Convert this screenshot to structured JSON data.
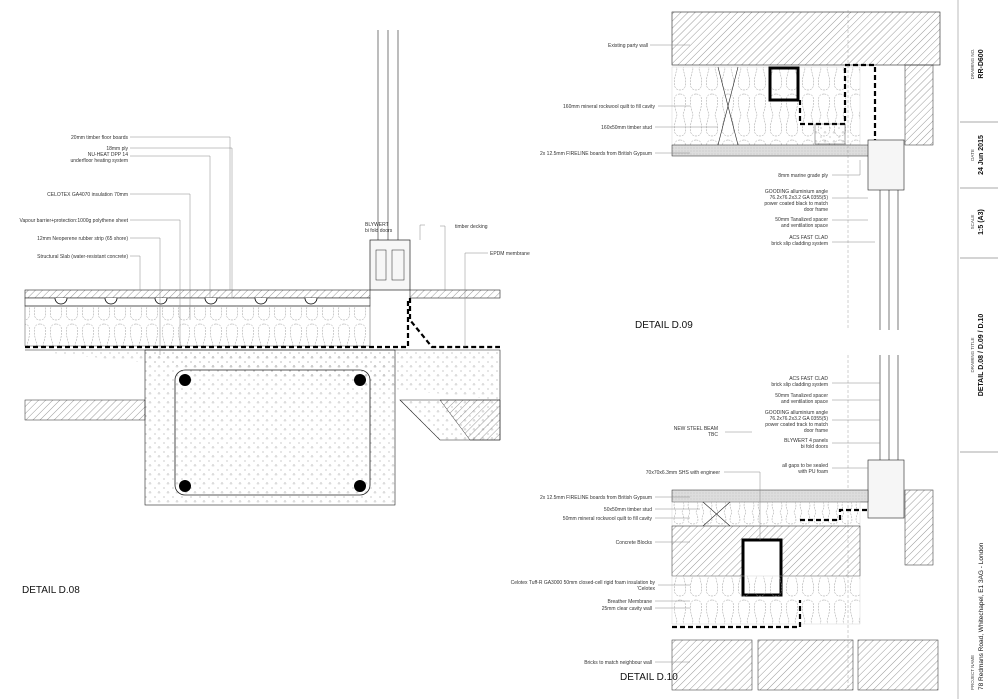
{
  "d08": {
    "title": "DETAIL D.08",
    "labels": {
      "floor_boards": "20mm timber floor boards",
      "ply": "18mm ply",
      "nuheat1": "NU-HEAT DPP 14",
      "nuheat2": "underfloor heating system",
      "celotex": "CELOTEX GA4070 insulation 70mm",
      "vapour": "Vapour barrier+protection:1000g polythene sheet",
      "neoprene": "12mm Neoperene rubber strip (65 shore)",
      "slab": "Structural Slab (water-resistant concrete)",
      "blywert1": "BLYWERT",
      "blywert2": "bi fold doors",
      "decking": "timber decking",
      "epdm": "EPDM membrane"
    }
  },
  "d09": {
    "title": "DETAIL D.09",
    "labels": {
      "party_wall": "Existing party wall",
      "rockwool": "160mm mineral rockwool quilt to fill cavity",
      "stud": "160x50mm timber stud",
      "fireline": "2x 12.5mm FIRELINE boards from British Gypsum",
      "marine_ply": "8mm marine grade ply",
      "gooding1": "GOODING alluminium angle",
      "gooding2": "76.2x76.2x3.2 GA 0355(5)",
      "gooding3": "power coated black to match",
      "gooding4": "door frame",
      "spacer1": "50mm Tanalized spacer",
      "spacer2": "and ventilation space",
      "acs1": "ACS FAST CLAD",
      "acs2": "brick slip cladding system"
    }
  },
  "d10": {
    "title": "DETAIL D.10",
    "labels": {
      "acs1": "ACS FAST CLAD",
      "acs2": "brick slip cladding system",
      "spacer1": "50mm Tanalized spacer",
      "spacer2": "and ventilation space",
      "gooding1": "GOODING alluminium angle",
      "gooding2": "76.2x76.2x3.2 GA 0355(5)",
      "gooding3": "power coated track to match",
      "gooding4": "door frame",
      "blywert1": "BLYWERT 4 panels",
      "blywert2": "bi fold doors",
      "gaps1": "all gaps to be sealed",
      "gaps2": "with PU foam",
      "beam1": "NEW STEEL BEAM",
      "beam2": "TBC",
      "shs": "70x70x6.3mm SHS with engineer",
      "fireline": "2x 12.5mm FIRELINE boards from British Gypsum",
      "stud": "50x50mm timber stud",
      "rockwool": "50mm mineral rockwool quilt to fill cavity",
      "blocks": "Concrete Blocks",
      "celotex1": "Celotex Tuff-R GA3000 50mm closed-cell rigid foam insulation by",
      "celotex2": "'Celotex",
      "breather": "Breather Membrane",
      "cavity": "25mm clear cavity wall",
      "bricks": "Bricks to match neighbour wall"
    }
  },
  "title_block": {
    "drawing_no_label": "DRAWING NO.",
    "drawing_no": "RR-D600",
    "date_label": "DATE",
    "date": "24 Jun 2015",
    "scale_label": "SCALE",
    "scale": "1:5 (A3)",
    "drawing_title_label": "DRAWING TITLE",
    "drawing_title": "DETAIL  D.08 / D.09 / D.10",
    "project_label": "PROJECT NAME",
    "project": "78 Redmans Road, Whitechapel, E1 3AG - London"
  }
}
